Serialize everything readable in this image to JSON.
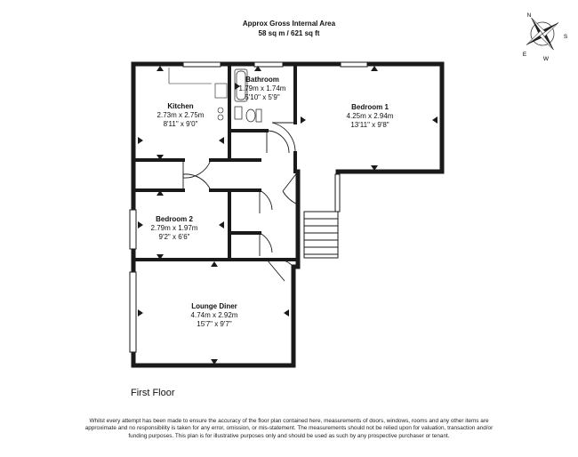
{
  "header": {
    "title": "Approx Gross Internal Area",
    "area": "58 sq m / 621 sq ft"
  },
  "compass": {
    "labels": {
      "north": "N",
      "east": "E",
      "south": "S",
      "west": "W"
    }
  },
  "rooms": {
    "bathroom": {
      "name": "Bathroom",
      "metric": "1.79m x 1.74m",
      "imperial": "5'10\" x 5'9\""
    },
    "kitchen": {
      "name": "Kitchen",
      "metric": "2.73m x 2.75m",
      "imperial": "8'11\" x 9'0\""
    },
    "bedroom1": {
      "name": "Bedroom 1",
      "metric": "4.25m x 2.94m",
      "imperial": "13'11\" x 9'8\""
    },
    "bedroom2": {
      "name": "Bedroom 2",
      "metric": "2.79m x 1.97m",
      "imperial": "9'2\" x 6'6\""
    },
    "lounge": {
      "name": "Lounge Diner",
      "metric": "4.74m x 2.92m",
      "imperial": "15'7\" x 9'7\""
    }
  },
  "floor_label": "First Floor",
  "disclaimer": "Whilst every attempt has been made to ensure the accuracy of the floor plan contained here, measurements of doors, windows, rooms and any other items are approximate and no responsibility is taken for any error, omission, or mis-statement. The measurements should not be relied upon for valuation, transaction and/or funding purposes. This plan is for illustrative purposes only and should be used as such by any prospective purchaser or tenant."
}
